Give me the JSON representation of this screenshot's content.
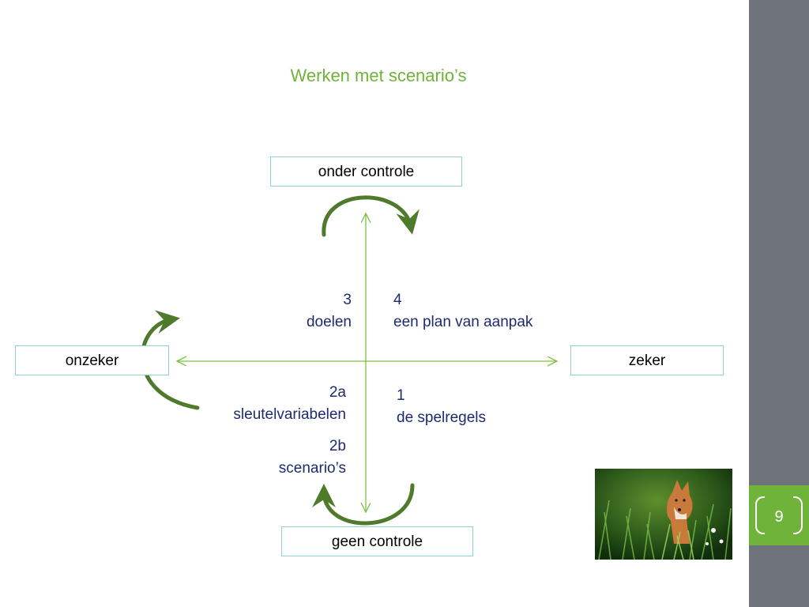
{
  "slide": {
    "title": "Werken met scenario’s",
    "page_number": "9"
  },
  "axes": {
    "top": "onder controle",
    "bottom": "geen controle",
    "left": "onzeker",
    "right": "zeker"
  },
  "quadrants": {
    "q3": {
      "number": "3",
      "text": "doelen"
    },
    "q4": {
      "number": "4",
      "text": "een plan van aanpak"
    },
    "q2a": {
      "number": "2a",
      "text": "sleutelvariabelen"
    },
    "q2b": {
      "number": "2b",
      "text": "scenario’s"
    },
    "q1": {
      "number": "1",
      "text": "de spelregels"
    }
  },
  "colors": {
    "accent_green": "#6fb33a",
    "axis_green": "#7cc243",
    "arrow_dark_green": "#4f7a2c",
    "sidebar_gray": "#6e737a",
    "text_navy": "#1f2a6e",
    "box_border": "#8fd0d5"
  }
}
